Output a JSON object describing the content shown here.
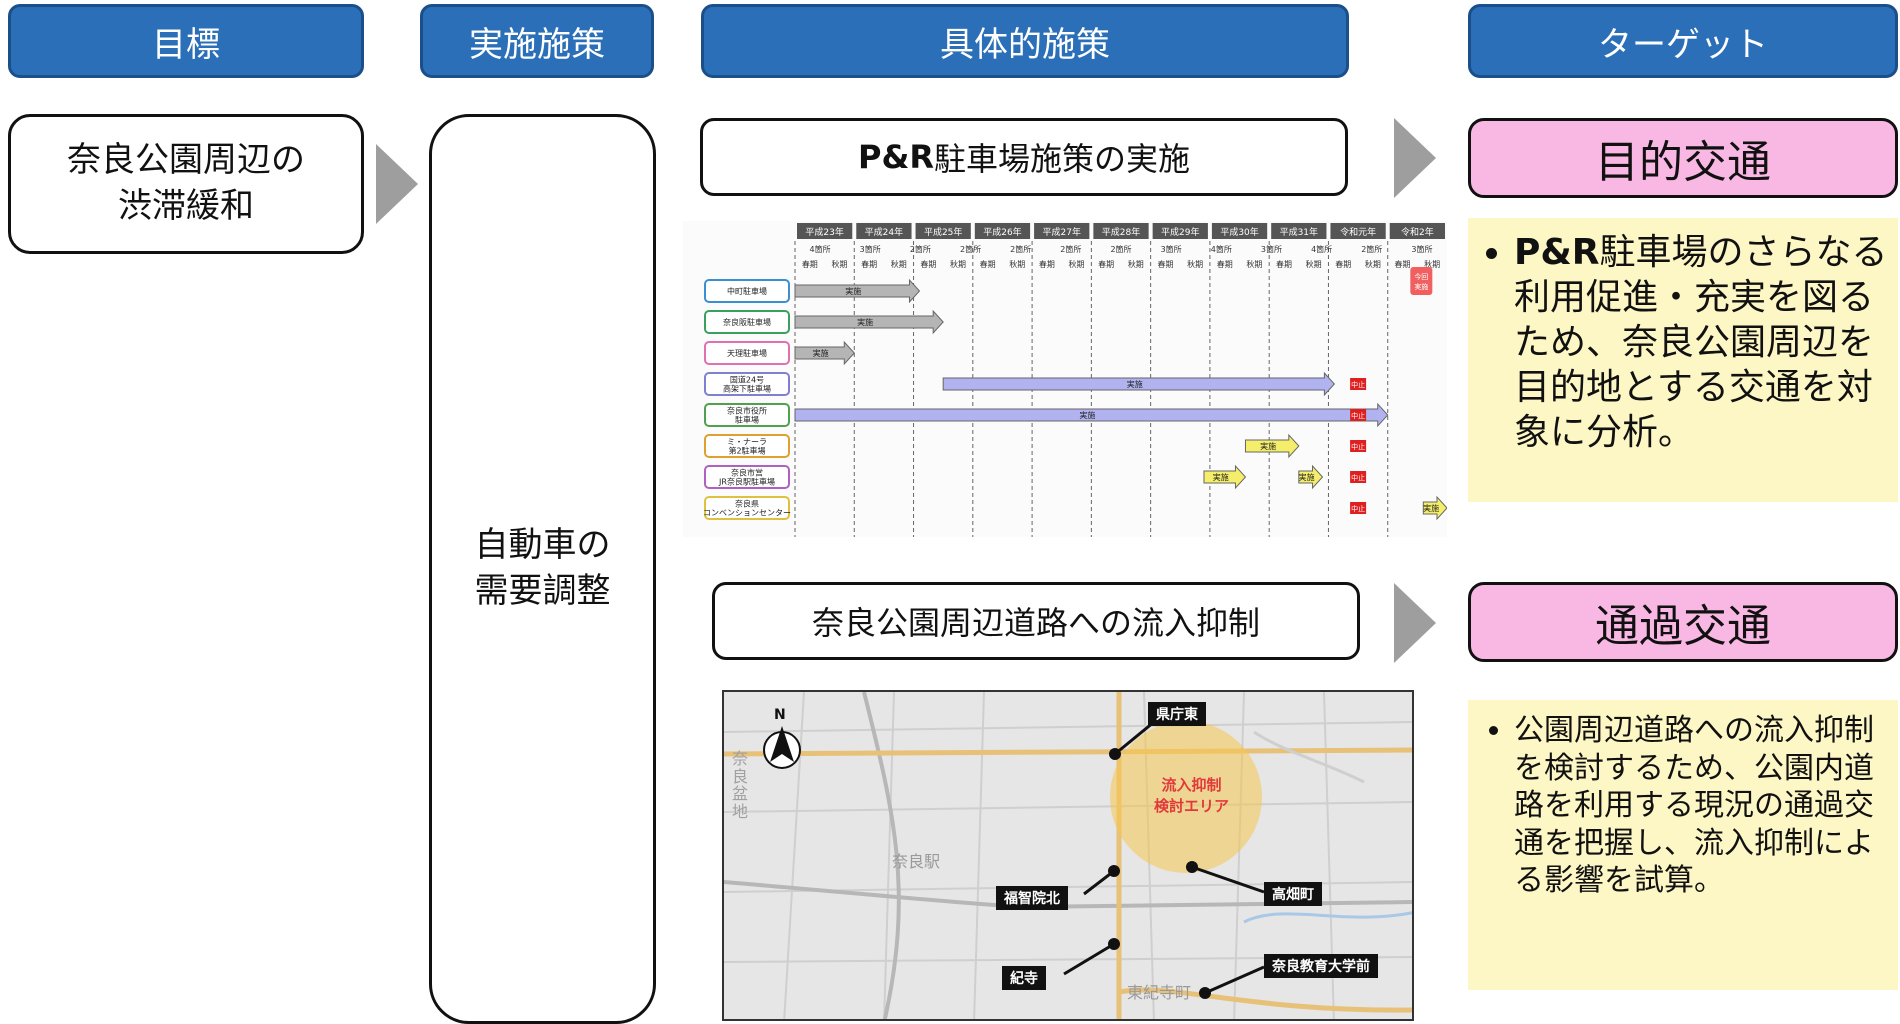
{
  "headers": {
    "goal": "目標",
    "measures": "実施施策",
    "specific": "具体的施策",
    "target": "ターゲット"
  },
  "goal_box": {
    "line1": "奈良公園周辺の",
    "line2": "渋滞緩和"
  },
  "measure_box": {
    "line1": "自動車の",
    "line2": "需要調整"
  },
  "specific": {
    "pr_title_bold": "P&R",
    "pr_title_rest": "駐車場施策の実施",
    "inflow_title": "奈良公園周辺道路への流入抑制"
  },
  "targets": {
    "purpose": "目的交通",
    "transit": "通過交通"
  },
  "notes": {
    "purpose_bold": "P&R",
    "purpose_rest": "駐車場のさらなる利用促進・充実を図るため、奈良公園周辺を目的地とする交通を対象に分析。",
    "transit": "公園周辺道路への流入抑制を検討するため、公園内道路を利用する現況の通過交通を把握し、流入抑制による影響を試算。"
  },
  "gantt": {
    "years": [
      "平成23年",
      "平成24年",
      "平成25年",
      "平成26年",
      "平成27年",
      "平成28年",
      "平成29年",
      "平成30年",
      "平成31年",
      "令和元年",
      "令和2年"
    ],
    "counts": [
      "4箇所",
      "3箇所",
      "2箇所",
      "2箇所",
      "2箇所",
      "2箇所",
      "2箇所",
      "3箇所",
      "4箇所",
      "3箇所",
      "4箇所",
      "2箇所",
      "3箇所"
    ],
    "season_spring": "春期",
    "season_autumn": "秋期",
    "rows": [
      {
        "name": "中町駐車場",
        "color": "#3a8fd0"
      },
      {
        "name": "奈良阪駐車場",
        "color": "#3aa060"
      },
      {
        "name": "天理駐車場",
        "color": "#e070b0"
      },
      {
        "name": "国道24号\n高架下駐車場",
        "color": "#8080d0"
      },
      {
        "name": "奈良市役所\n駐車場",
        "color": "#50a050"
      },
      {
        "name": "ミ・ナーラ\n第2駐車場",
        "color": "#e0a030"
      },
      {
        "name": "奈良市営\nJR奈良駅駐車場",
        "color": "#b060c0"
      },
      {
        "name": "奈良県\nコンベンションセンター",
        "color": "#e0c040"
      }
    ],
    "impl": "実施",
    "stop": "中止",
    "review": "今回\n実施"
  },
  "map": {
    "north": "N",
    "area_label": "流入抑制\n検討エリア",
    "station": "奈良駅",
    "basin": "奈良盆地",
    "town": "東紀寺町",
    "points": [
      "県庁東",
      "福智院北",
      "高畑町",
      "紀寺",
      "奈良教育大学前"
    ]
  }
}
